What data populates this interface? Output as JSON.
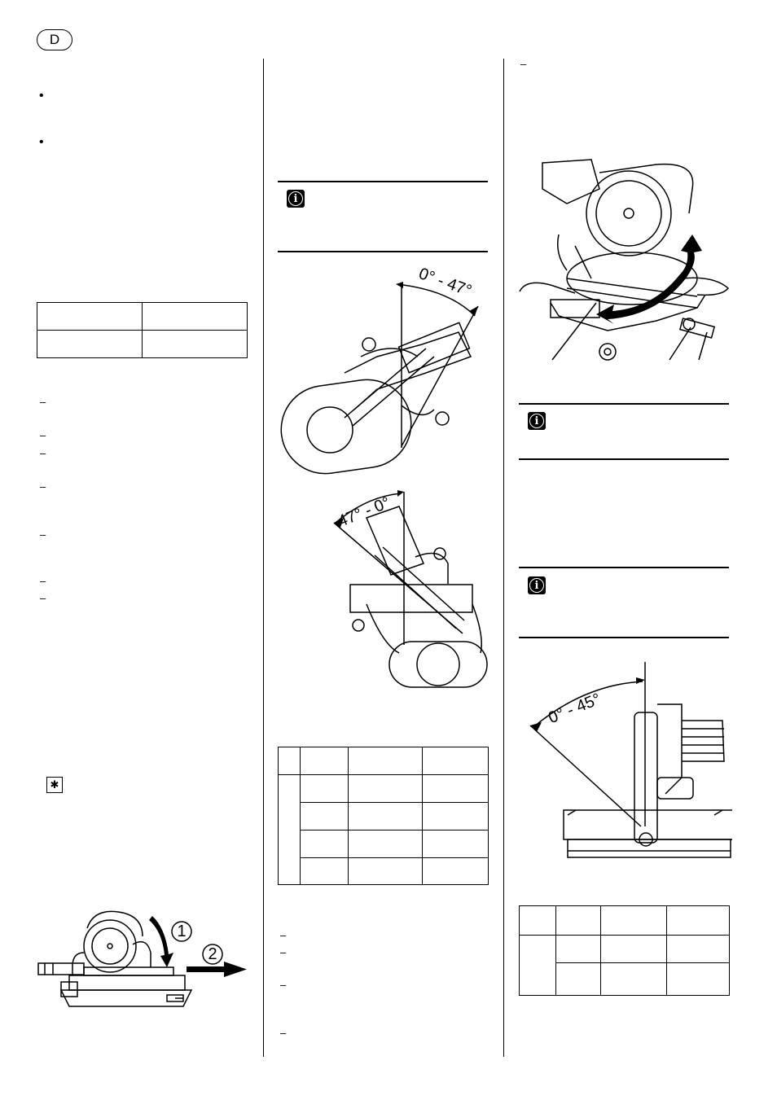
{
  "header": {
    "language_badge": "D"
  },
  "figures": {
    "bevel_left_right_label": "0° - 47°",
    "bevel_right_left_label": "47° - 0°",
    "tilt_label": "0° - 45°",
    "step_1": "1",
    "step_2": "2"
  },
  "icons": {
    "info": "info-icon",
    "hint": "star-icon"
  }
}
